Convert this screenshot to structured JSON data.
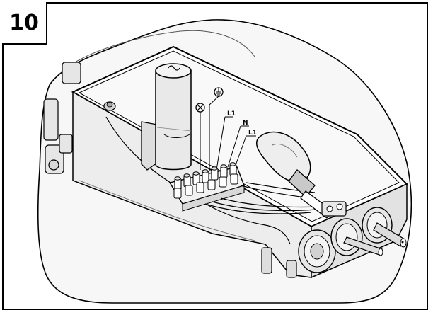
{
  "step": {
    "number": "10"
  },
  "labels": {
    "l1_top": "L1",
    "n": "N",
    "l1_bottom": "L1"
  }
}
